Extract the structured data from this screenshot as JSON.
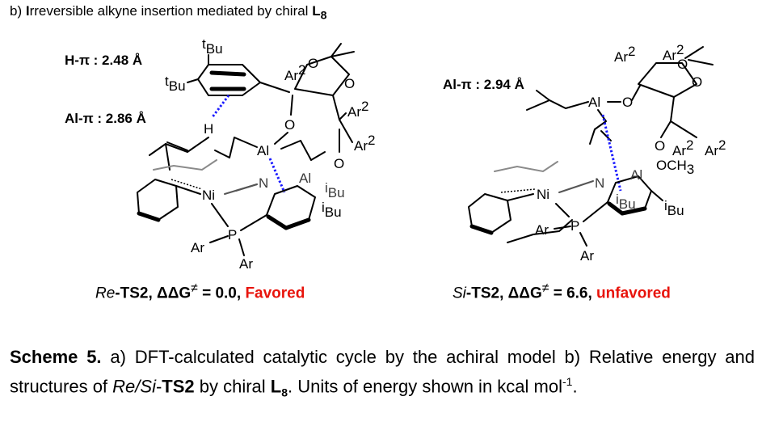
{
  "heading": {
    "prefix": "b) ",
    "first_letter": "I",
    "text": "rreversible alkyne insertion mediated by chiral ",
    "ligand": "L",
    "ligand_sub": "8"
  },
  "left_structure": {
    "h_pi_label": "H-π  :  2.48 Å",
    "al_pi_label": "Al-π :  2.86 Å",
    "tBu_top": "Bu",
    "tBu_left": "Bu",
    "t_sup": "t",
    "ar2_top": "Ar",
    "ar2_right": "Ar",
    "ar2_right2": "Ar",
    "sup2": "2",
    "o_dioxolane_top": "O",
    "o_dioxolane_right": "O",
    "o_alkoxide": "O",
    "o_methoxy": "O",
    "h_atom": "H",
    "al_atom": "Al",
    "al_partial": "Al",
    "ni_atom": "Ni",
    "n_atom": "N",
    "p_atom": "P",
    "ar_left": "Ar",
    "ar_bottom": "Ar",
    "ibu_1": "Bu",
    "ibu_2": "Bu",
    "i_sup": "i"
  },
  "right_structure": {
    "al_pi_label": "Al-π :  2.94 Å",
    "ar2_a": "Ar",
    "ar2_b": "Ar",
    "ar2_c": "Ar",
    "ar2_d": "Ar",
    "sup2": "2",
    "o_1": "O",
    "o_2": "O",
    "o_3": "O",
    "o_4": "O",
    "al_atom": "Al",
    "al_partial": "Al",
    "och3": "OCH",
    "och3_sub": "3",
    "ni_atom": "Ni",
    "n_atom": "N",
    "p_atom": "P",
    "ar_left": "Ar",
    "ar_bottom": "Ar",
    "ibu_1": "Bu",
    "ibu_2": "Bu",
    "i_sup": "i"
  },
  "labels": {
    "left": {
      "prefix_italic": "Re",
      "ts": "-TS2, ",
      "energy": "ΔΔG",
      "energy_sup": "≠",
      "value": " = 0.0, ",
      "verdict": "Favored"
    },
    "right": {
      "prefix_italic": "Si",
      "ts": "-TS2, ",
      "energy": "ΔΔG",
      "energy_sup": "≠",
      "value": " = 6.6, ",
      "verdict": "unfavored"
    }
  },
  "caption": {
    "scheme": "Scheme 5.",
    "part1": " a) DFT-calculated catalytic cycle by the achiral model b) Relative energy and structures of ",
    "italic": "Re/Si",
    "dash": "-",
    "ts2": "TS2",
    "part2": " by chiral ",
    "ligand": "L",
    "ligand_sub": "8",
    "part3": ". Units of energy shown in kcal mol",
    "exp": "-1",
    "end": "."
  },
  "colors": {
    "favored": "#e8140c",
    "unfavored": "#e8140c",
    "interaction_dash": "#1a1aff"
  }
}
